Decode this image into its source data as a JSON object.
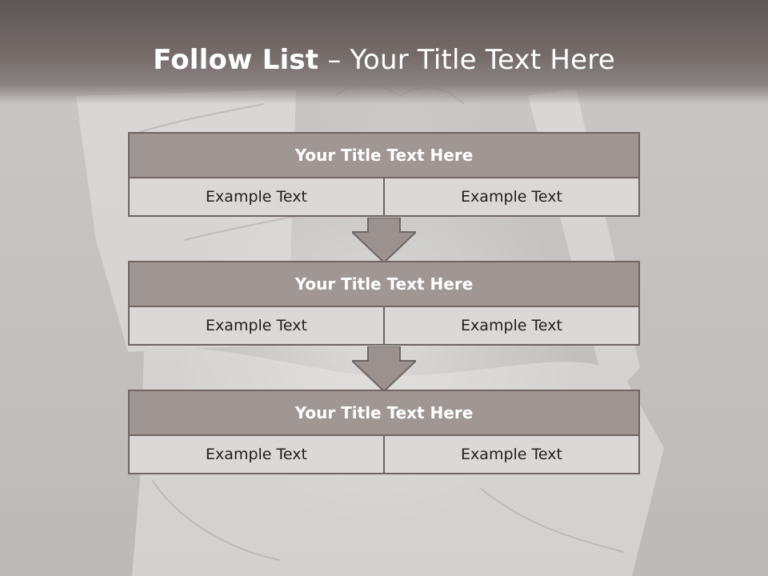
{
  "slide": {
    "title_bold": "Follow List",
    "title_rest": " – Your Title Text Here"
  },
  "steps": [
    {
      "title": "Your Title Text Here",
      "left": "Example Text",
      "right": "Example Text"
    },
    {
      "title": "Your Title Text Here",
      "left": "Example Text",
      "right": "Example Text"
    },
    {
      "title": "Your Title Text Here",
      "left": "Example Text",
      "right": "Example Text"
    }
  ],
  "colors": {
    "title_band": "#6e6664",
    "step_header": "#a09694",
    "step_cell": "#dcd8d8",
    "arrow": "#9b918f",
    "border": "#6e6664"
  }
}
